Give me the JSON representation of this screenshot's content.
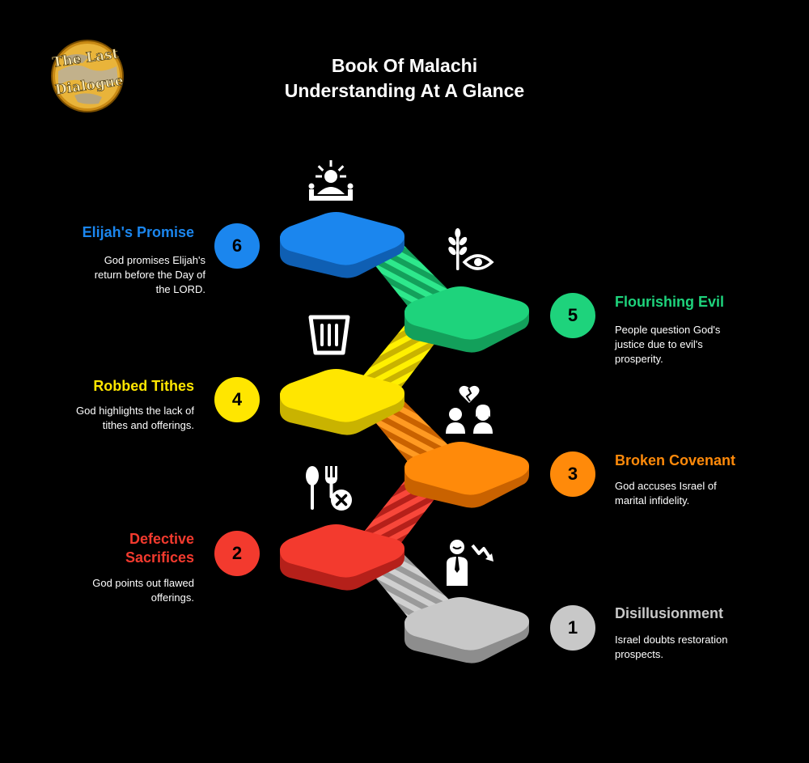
{
  "title": {
    "line1": "Book Of Malachi",
    "line2": "Understanding At A Glance"
  },
  "logo": {
    "line1": "The Last",
    "line2": "Dialogue",
    "icon": "globe-logo"
  },
  "steps": [
    {
      "number": "1",
      "title": "Disillusionment",
      "description": [
        "Israel doubts restoration",
        "prospects."
      ],
      "color": "#c8c8c8",
      "icon": "person-downtrend-icon"
    },
    {
      "number": "2",
      "title": [
        "Defective",
        "Sacrifices"
      ],
      "description": [
        "God points out flawed",
        "offerings."
      ],
      "color": "#f33a2e",
      "icon": "utensils-x-icon"
    },
    {
      "number": "3",
      "title": "Broken Covenant",
      "description": [
        "God accuses Israel of",
        "marital infidelity."
      ],
      "color": "#ff8a0a",
      "icon": "couple-broken-heart-icon"
    },
    {
      "number": "4",
      "title": "Robbed Tithes",
      "description": [
        "God highlights the lack of",
        "tithes and offerings."
      ],
      "color": "#ffe600",
      "icon": "empty-bin-icon"
    },
    {
      "number": "5",
      "title": "Flourishing Evil",
      "description": [
        "People question God's",
        "justice due to evil's",
        "prosperity."
      ],
      "color": "#1ed37c",
      "icon": "plant-eye-icon"
    },
    {
      "number": "6",
      "title": "Elijah's Promise",
      "description": [
        "God promises Elijah's",
        "return before the Day of",
        "the LORD."
      ],
      "color": "#1b86ee",
      "icon": "sun-prophet-icon"
    }
  ]
}
